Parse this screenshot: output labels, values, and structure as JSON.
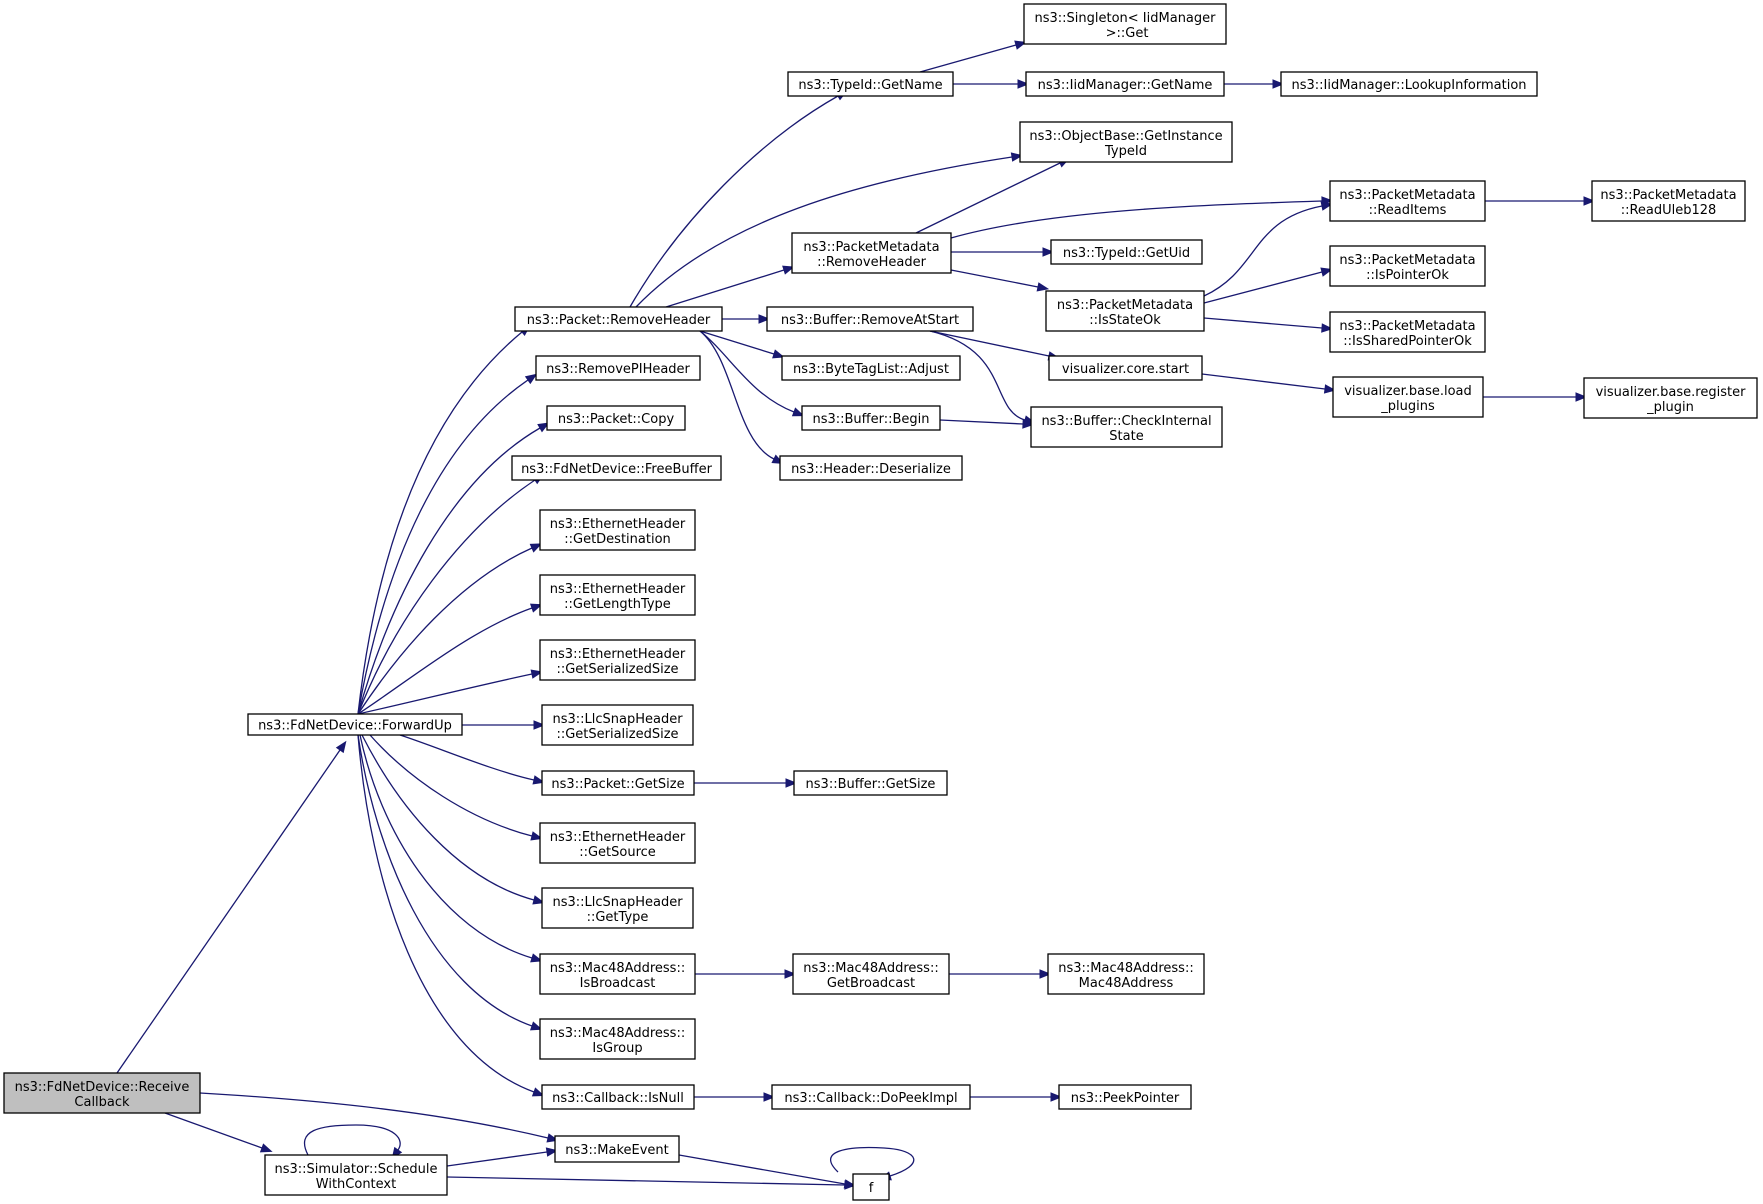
{
  "nodes": [
    {
      "id": "receive_callback",
      "lines": [
        "ns3::FdNetDevice::Receive",
        "Callback"
      ]
    },
    {
      "id": "forward_up",
      "lines": [
        "ns3::FdNetDevice::ForwardUp"
      ]
    },
    {
      "id": "schedule_with_context",
      "lines": [
        "ns3::Simulator::Schedule",
        "WithContext"
      ]
    },
    {
      "id": "make_event",
      "lines": [
        "ns3::MakeEvent"
      ]
    },
    {
      "id": "f",
      "lines": [
        "f"
      ]
    },
    {
      "id": "packet_remove_header",
      "lines": [
        "ns3::Packet::RemoveHeader"
      ]
    },
    {
      "id": "remove_pi_header",
      "lines": [
        "ns3::RemovePIHeader"
      ]
    },
    {
      "id": "packet_copy",
      "lines": [
        "ns3::Packet::Copy"
      ]
    },
    {
      "id": "free_buffer",
      "lines": [
        "ns3::FdNetDevice::FreeBuffer"
      ]
    },
    {
      "id": "eth_get_destination",
      "lines": [
        "ns3::EthernetHeader",
        "::GetDestination"
      ]
    },
    {
      "id": "eth_get_length_type",
      "lines": [
        "ns3::EthernetHeader",
        "::GetLengthType"
      ]
    },
    {
      "id": "eth_get_serialized_size",
      "lines": [
        "ns3::EthernetHeader",
        "::GetSerializedSize"
      ]
    },
    {
      "id": "llc_get_serialized_size",
      "lines": [
        "ns3::LlcSnapHeader",
        "::GetSerializedSize"
      ]
    },
    {
      "id": "packet_get_size",
      "lines": [
        "ns3::Packet::GetSize"
      ]
    },
    {
      "id": "eth_get_source",
      "lines": [
        "ns3::EthernetHeader",
        "::GetSource"
      ]
    },
    {
      "id": "llc_get_type",
      "lines": [
        "ns3::LlcSnapHeader",
        "::GetType"
      ]
    },
    {
      "id": "mac_is_broadcast",
      "lines": [
        "ns3::Mac48Address::",
        "IsBroadcast"
      ]
    },
    {
      "id": "mac_is_group",
      "lines": [
        "ns3::Mac48Address::",
        "IsGroup"
      ]
    },
    {
      "id": "callback_is_null",
      "lines": [
        "ns3::Callback::IsNull"
      ]
    },
    {
      "id": "typeid_get_name",
      "lines": [
        "ns3::TypeId::GetName"
      ]
    },
    {
      "id": "objectbase_get_instance_typeid",
      "lines": [
        "ns3::ObjectBase::GetInstance",
        "TypeId"
      ]
    },
    {
      "id": "pm_remove_header",
      "lines": [
        "ns3::PacketMetadata",
        "::RemoveHeader"
      ]
    },
    {
      "id": "buffer_remove_at_start",
      "lines": [
        "ns3::Buffer::RemoveAtStart"
      ]
    },
    {
      "id": "bytetaglist_adjust",
      "lines": [
        "ns3::ByteTagList::Adjust"
      ]
    },
    {
      "id": "buffer_begin",
      "lines": [
        "ns3::Buffer::Begin"
      ]
    },
    {
      "id": "header_deserialize",
      "lines": [
        "ns3::Header::Deserialize"
      ]
    },
    {
      "id": "buffer_get_size",
      "lines": [
        "ns3::Buffer::GetSize"
      ]
    },
    {
      "id": "mac_get_broadcast",
      "lines": [
        "ns3::Mac48Address::",
        "GetBroadcast"
      ]
    },
    {
      "id": "callback_do_peek_impl",
      "lines": [
        "ns3::Callback::DoPeekImpl"
      ]
    },
    {
      "id": "singleton_get",
      "lines": [
        "ns3::Singleton< IidManager",
        " >::Get"
      ]
    },
    {
      "id": "iidmanager_get_name",
      "lines": [
        "ns3::IidManager::GetName"
      ]
    },
    {
      "id": "typeid_get_uid",
      "lines": [
        "ns3::TypeId::GetUid"
      ]
    },
    {
      "id": "pm_is_state_ok",
      "lines": [
        "ns3::PacketMetadata",
        "::IsStateOk"
      ]
    },
    {
      "id": "visualizer_core_start",
      "lines": [
        "visualizer.core.start"
      ]
    },
    {
      "id": "buffer_check_internal_state",
      "lines": [
        "ns3::Buffer::CheckInternal",
        "State"
      ]
    },
    {
      "id": "mac_ctor",
      "lines": [
        "ns3::Mac48Address::",
        "Mac48Address"
      ]
    },
    {
      "id": "peek_pointer",
      "lines": [
        "ns3::PeekPointer"
      ]
    },
    {
      "id": "iidmanager_lookup_information",
      "lines": [
        "ns3::IidManager::LookupInformation"
      ]
    },
    {
      "id": "pm_read_items",
      "lines": [
        "ns3::PacketMetadata",
        "::ReadItems"
      ]
    },
    {
      "id": "pm_is_pointer_ok",
      "lines": [
        "ns3::PacketMetadata",
        "::IsPointerOk"
      ]
    },
    {
      "id": "pm_is_shared_pointer_ok",
      "lines": [
        "ns3::PacketMetadata",
        "::IsSharedPointerOk"
      ]
    },
    {
      "id": "visualizer_base_load_plugins",
      "lines": [
        "visualizer.base.load",
        "_plugins"
      ]
    },
    {
      "id": "pm_read_uleb128",
      "lines": [
        "ns3::PacketMetadata",
        "::ReadUleb128"
      ]
    },
    {
      "id": "visualizer_base_register_plugin",
      "lines": [
        "visualizer.base.register",
        "_plugin"
      ]
    }
  ],
  "edges": [
    [
      "receive_callback",
      "forward_up"
    ],
    [
      "receive_callback",
      "make_event"
    ],
    [
      "receive_callback",
      "schedule_with_context"
    ],
    [
      "forward_up",
      "packet_remove_header"
    ],
    [
      "forward_up",
      "remove_pi_header"
    ],
    [
      "forward_up",
      "packet_copy"
    ],
    [
      "forward_up",
      "free_buffer"
    ],
    [
      "forward_up",
      "eth_get_destination"
    ],
    [
      "forward_up",
      "eth_get_length_type"
    ],
    [
      "forward_up",
      "eth_get_serialized_size"
    ],
    [
      "forward_up",
      "llc_get_serialized_size"
    ],
    [
      "forward_up",
      "packet_get_size"
    ],
    [
      "forward_up",
      "eth_get_source"
    ],
    [
      "forward_up",
      "llc_get_type"
    ],
    [
      "forward_up",
      "mac_is_broadcast"
    ],
    [
      "forward_up",
      "mac_is_group"
    ],
    [
      "forward_up",
      "callback_is_null"
    ],
    [
      "schedule_with_context",
      "schedule_with_context"
    ],
    [
      "schedule_with_context",
      "make_event"
    ],
    [
      "schedule_with_context",
      "f"
    ],
    [
      "make_event",
      "f"
    ],
    [
      "f",
      "f"
    ],
    [
      "packet_remove_header",
      "typeid_get_name"
    ],
    [
      "packet_remove_header",
      "objectbase_get_instance_typeid"
    ],
    [
      "packet_remove_header",
      "pm_remove_header"
    ],
    [
      "packet_remove_header",
      "buffer_remove_at_start"
    ],
    [
      "packet_remove_header",
      "bytetaglist_adjust"
    ],
    [
      "packet_remove_header",
      "buffer_begin"
    ],
    [
      "packet_remove_header",
      "header_deserialize"
    ],
    [
      "typeid_get_name",
      "singleton_get"
    ],
    [
      "typeid_get_name",
      "iidmanager_get_name"
    ],
    [
      "iidmanager_get_name",
      "iidmanager_lookup_information"
    ],
    [
      "pm_remove_header",
      "objectbase_get_instance_typeid"
    ],
    [
      "pm_remove_header",
      "pm_read_items"
    ],
    [
      "pm_remove_header",
      "typeid_get_uid"
    ],
    [
      "pm_remove_header",
      "pm_is_state_ok"
    ],
    [
      "pm_is_state_ok",
      "pm_read_items"
    ],
    [
      "pm_is_state_ok",
      "pm_is_pointer_ok"
    ],
    [
      "pm_is_state_ok",
      "pm_is_shared_pointer_ok"
    ],
    [
      "pm_read_items",
      "pm_read_uleb128"
    ],
    [
      "buffer_remove_at_start",
      "visualizer_core_start"
    ],
    [
      "buffer_remove_at_start",
      "buffer_check_internal_state"
    ],
    [
      "buffer_begin",
      "buffer_check_internal_state"
    ],
    [
      "visualizer_core_start",
      "visualizer_base_load_plugins"
    ],
    [
      "visualizer_base_load_plugins",
      "visualizer_base_register_plugin"
    ],
    [
      "packet_get_size",
      "buffer_get_size"
    ],
    [
      "mac_is_broadcast",
      "mac_get_broadcast"
    ],
    [
      "mac_get_broadcast",
      "mac_ctor"
    ],
    [
      "callback_is_null",
      "callback_do_peek_impl"
    ],
    [
      "callback_do_peek_impl",
      "peek_pointer"
    ]
  ],
  "colors": {
    "edge": "#191970",
    "node_border": "#000000",
    "node_fill": "#ffffff",
    "root_fill": "#bfbfbf"
  }
}
